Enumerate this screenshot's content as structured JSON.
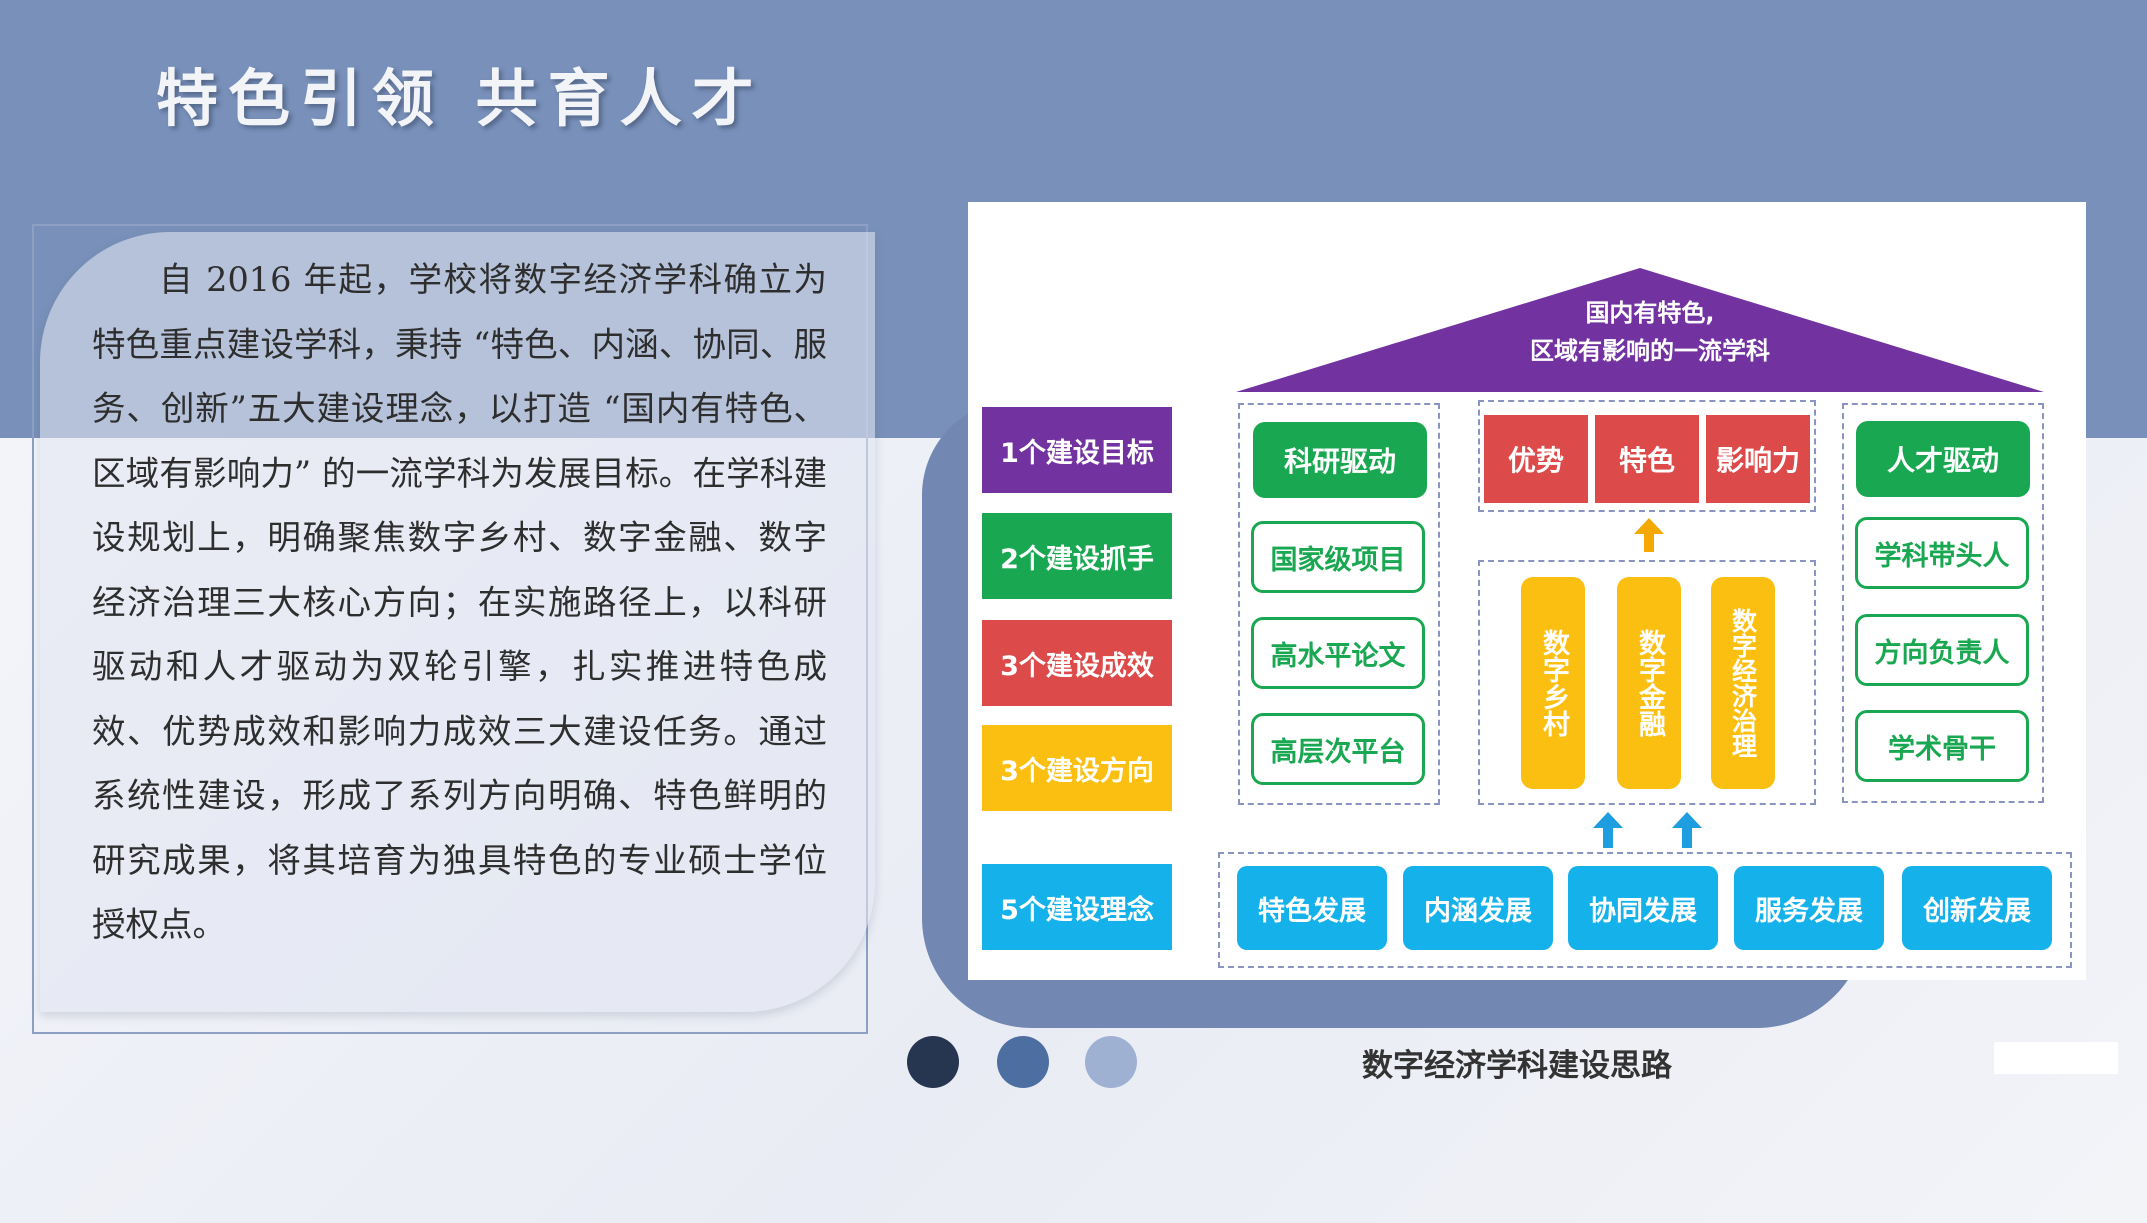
{
  "page": {
    "title": "特色引领  共育人才",
    "paragraph": "自 2016 年起，学校将数字经济学科确立为特色重点建设学科，秉持 “特色、内涵、协同、服务、创新”五大建设理念，以打造 “国内有特色、区域有影响力” 的一流学科为发展目标。在学科建设规划上，明确聚焦数字乡村、数字金融、数字经济治理三大核心方向；在实施路径上，以科研驱动和人才驱动为双轮引擎，扎实推进特色成效、优势成效和影响力成效三大建设任务。通过系统性建设，形成了系列方向明确、特色鲜明的研究成果，将其培育为独具特色的专业硕士学位授权点。",
    "caption": "数字经济学科建设思路"
  },
  "diagram": {
    "roof_lines": [
      "国内有特色,",
      "区域有影响的一流学科"
    ],
    "labels": [
      {
        "text": "1个建设目标",
        "color": "#7232a0"
      },
      {
        "text": "2个建设抓手",
        "color": "#19a851"
      },
      {
        "text": "3个建设成效",
        "color": "#dc4a4a"
      },
      {
        "text": "3个建设方向",
        "color": "#fbbf12"
      },
      {
        "text": "5个建设理念",
        "color": "#14b1ea"
      }
    ],
    "left_column": {
      "head": "科研驱动",
      "items": [
        "国家级项目",
        "高水平论文",
        "高层次平台"
      ]
    },
    "right_column": {
      "head": "人才驱动",
      "items": [
        "学科带头人",
        "方向负责人",
        "学术骨干"
      ]
    },
    "effects": [
      "优势",
      "特色",
      "影响力"
    ],
    "pillars": [
      "数字乡村",
      "数字金融",
      "数字经济治理"
    ],
    "concepts": [
      "特色发展",
      "内涵发展",
      "协同发展",
      "服务发展",
      "创新发展"
    ],
    "colors": {
      "roof": "#7232a0",
      "green": "#19a851",
      "red": "#dc4a4a",
      "yellow": "#fbbf12",
      "blue": "#14b1ea",
      "arrow_orange": "#f5a800",
      "arrow_blue": "#1e9de0"
    }
  },
  "dots": [
    "#263550",
    "#4d6ea0",
    "#9fb1d2"
  ]
}
